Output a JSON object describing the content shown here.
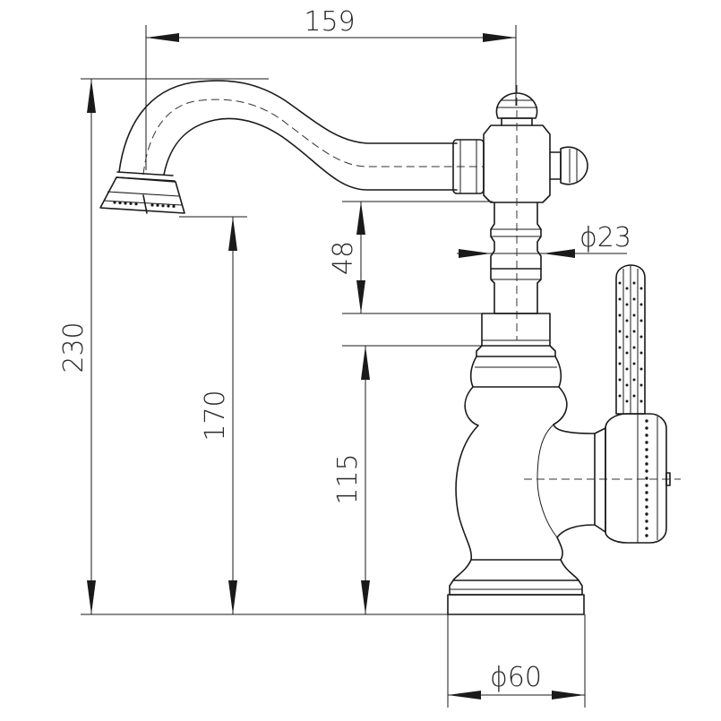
{
  "dimensions": {
    "top_width": "159",
    "total_height": "230",
    "spout_height": "170",
    "base_height": "115",
    "neck_height": "48",
    "neck_diameter": "ϕ23",
    "base_diameter": "ϕ60"
  }
}
